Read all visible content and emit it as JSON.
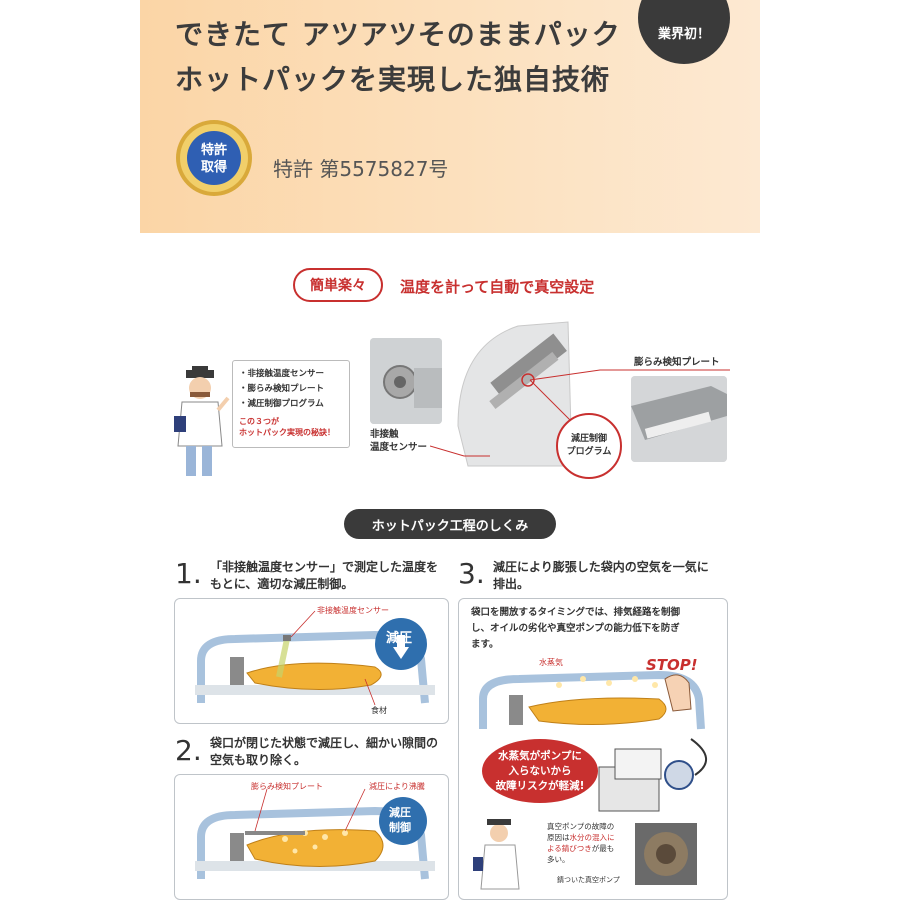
{
  "banner": {
    "headline_line1": "できたて アツアツそのままパック",
    "headline_line2": "ホットパックを実現した独自技術",
    "badge": "業界初！",
    "medal_line1": "特許",
    "medal_line2": "取得",
    "patent_number": "特許 第5575827号"
  },
  "section1": {
    "pill": "簡単楽々",
    "subtitle": "温度を計って自動で真空設定",
    "bubble_items": [
      "・非接触温度センサー",
      "・膨らみ検知プレート",
      "・減圧制御プログラム"
    ],
    "bubble_secret_line1": "この３つが",
    "bubble_secret_line2": "ホットパック実現の秘訣！",
    "sensor_label_line1": "非接触",
    "sensor_label_line2": "温度センサー",
    "program_label_line1": "減圧制御",
    "program_label_line2": "プログラム",
    "plate_label": "膨らみ検知プレート"
  },
  "section2": {
    "pill": "ホットパック工程のしくみ",
    "step1_num": "1.",
    "step1_line1": "「非接触温度センサー」で測定した温度を",
    "step1_line2": "もとに、適切な減圧制御。",
    "step1_sensor": "非接触温度センサー",
    "step1_food": "食材",
    "step1_badge": "減圧",
    "step2_num": "2.",
    "step2_line1": "袋口が閉じた状態で減圧し、細かい隙間の",
    "step2_line2": "空気も取り除く。",
    "step2_plate": "膨らみ検知プレート",
    "step2_boil": "減圧により沸騰",
    "step2_badge_line1": "減圧",
    "step2_badge_line2": "制御",
    "step3_num": "3.",
    "step3_line1": "減圧により膨張した袋内の空気を一気に",
    "step3_line2": "排出。",
    "step3_note_line1": "袋口を開放するタイミングでは、排気経路を制御",
    "step3_note_line2": "し、オイルの劣化や真空ポンプの能力低下を防ぎ",
    "step3_note_line3": "ます。",
    "step3_steam": "水蒸気",
    "step3_stop": "STOP!",
    "step3_bubble_line1": "水蒸気がポンプに",
    "step3_bubble_line2": "入らないから",
    "step3_bubble_line3": "故障リスクが軽減!",
    "step3_fact_line1": "真空ポンプの故障の",
    "step3_fact_line2_a": "原因は",
    "step3_fact_line2_b": "水分の混入に",
    "step3_fact_line3": "よる錆びつき",
    "step3_fact_line3_b": "が最も",
    "step3_fact_line4": "多い。",
    "step3_pump_caption": "錆ついた真空ポンプ"
  },
  "colors": {
    "accent_red": "#c8302f",
    "dark_pill": "#3a3a3a",
    "banner_orange": "#fbd5a6",
    "food_yellow": "#f2b135"
  }
}
